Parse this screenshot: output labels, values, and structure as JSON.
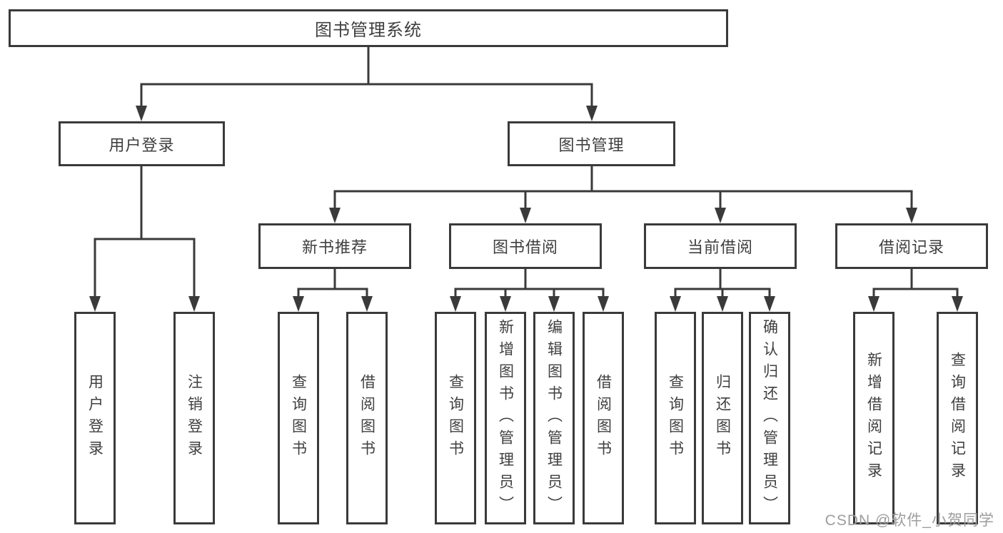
{
  "diagram": {
    "root": {
      "label": "图书管理系统"
    },
    "user_login": {
      "label": "用户登录",
      "children": [
        "用户登录",
        "注销登录"
      ]
    },
    "book_management": {
      "label": "图书管理",
      "sections": [
        {
          "label": "新书推荐",
          "children": [
            "查询图书",
            "借阅图书"
          ]
        },
        {
          "label": "图书借阅",
          "children": [
            "查询图书",
            "新增图书（管理员）",
            "编辑图书（管理员）",
            "借阅图书"
          ]
        },
        {
          "label": "当前借阅",
          "children": [
            "查询图书",
            "归还图书",
            "确认归还（管理员）"
          ]
        },
        {
          "label": "借阅记录",
          "children": [
            "新增借阅记录",
            "查询借阅记录"
          ]
        }
      ]
    }
  },
  "watermark": "CSDN @软件_小贺同学",
  "colors": {
    "line": "#3a3a3a",
    "text": "#3f3f3f",
    "watermark": "#9d9d9d",
    "background": "#ffffff"
  }
}
